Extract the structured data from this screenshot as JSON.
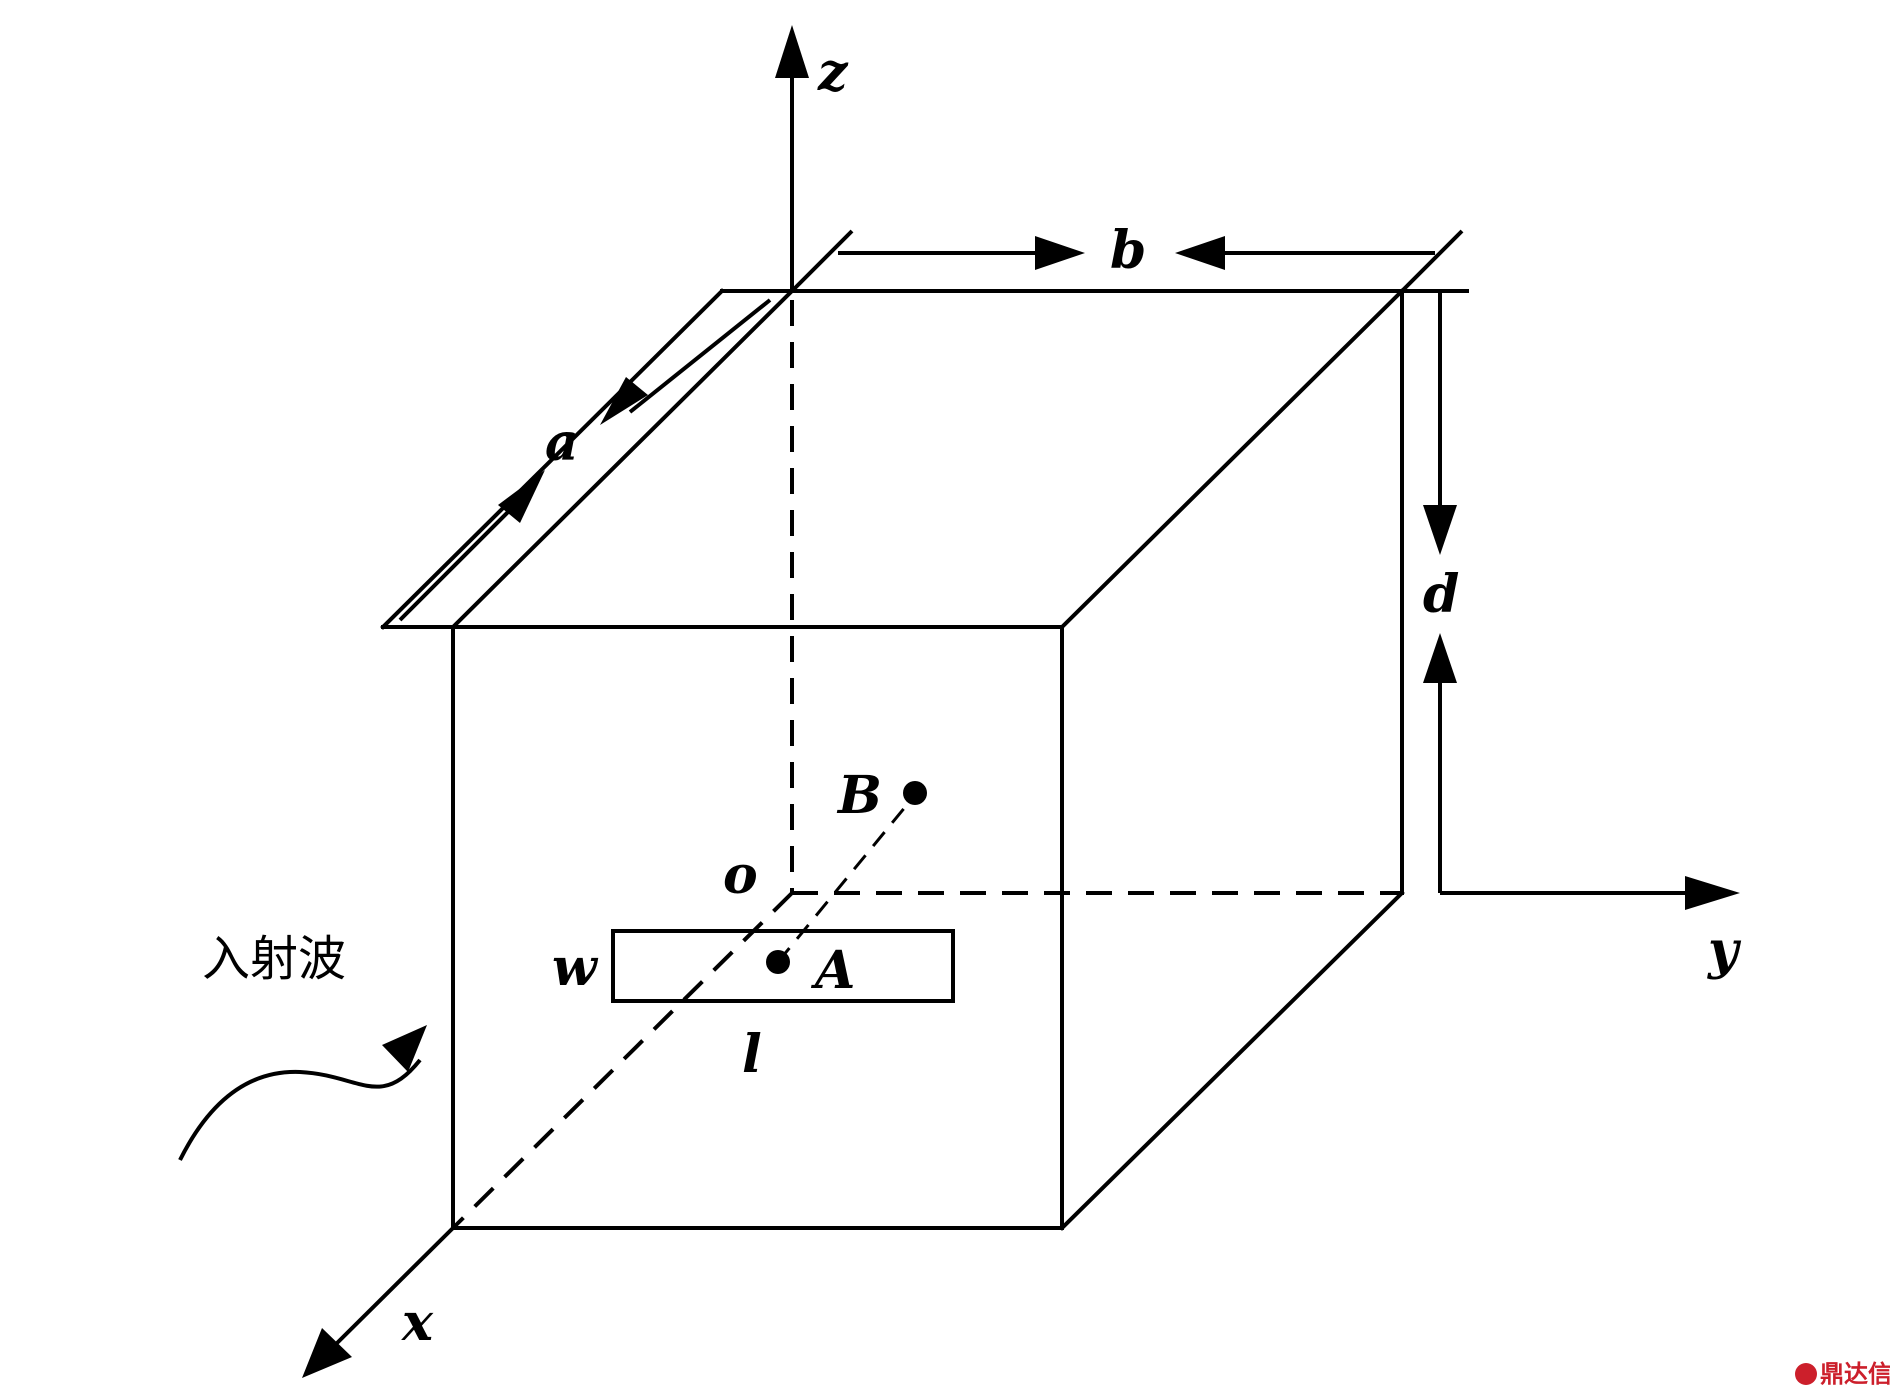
{
  "labels": {
    "axis_z": "z",
    "axis_y": "y",
    "axis_x": "x",
    "origin": "o",
    "dim_a": "a",
    "dim_b": "b",
    "dim_d": "d",
    "point_A": "A",
    "point_B": "B",
    "slot_w": "w",
    "slot_l": "l",
    "incident_wave": "入射波"
  },
  "watermark": {
    "text": "鼎达信"
  },
  "colors": {
    "ink": "#000000",
    "watermark": "#cc1f2b"
  }
}
